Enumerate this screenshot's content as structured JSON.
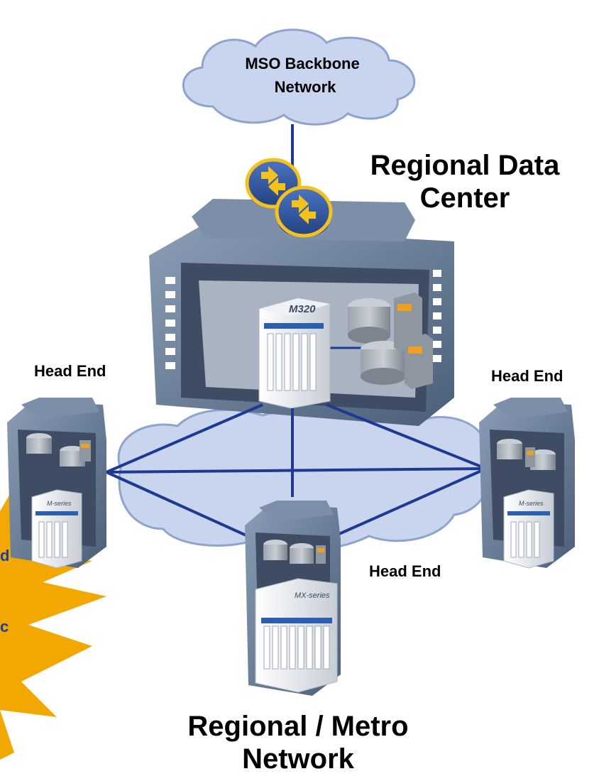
{
  "labels": {
    "backbone": [
      "MSO Backbone",
      "Network"
    ],
    "data_center": [
      "Regional Data",
      "Center"
    ],
    "metro": [
      "Regional / Metro",
      "Network"
    ],
    "head_end_left": "Head End",
    "head_end_right": "Head End",
    "head_end_bottom": "Head End"
  },
  "devices": {
    "core_router": "M320",
    "edge_left": "M-series",
    "edge_right": "M-series",
    "edge_bottom": "MX-series"
  },
  "burst_fragments": [
    "d",
    "c"
  ],
  "colors": {
    "link": "#1d3a93",
    "cloud_fill": "#c9d4ee",
    "cloud_stroke": "#8fa3cf",
    "rack": "#5f7491",
    "rack_light": "#8a9db5",
    "router_yellow": "#f4c21c",
    "router_blue": "#3e5fa8",
    "burst": "#f2a800"
  }
}
